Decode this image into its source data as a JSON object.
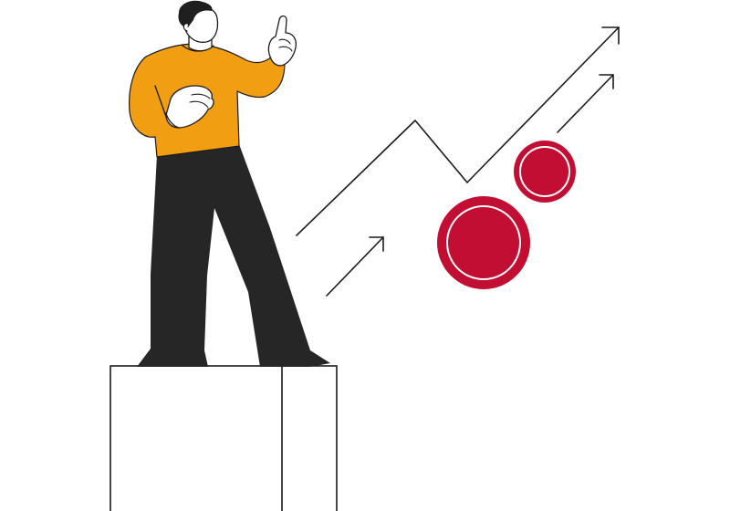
{
  "illustration": {
    "subject": "person-on-pedestal",
    "elements": [
      "person",
      "pedestal",
      "growth-arrows",
      "coins"
    ]
  },
  "colors": {
    "background": "#ffffff",
    "sweater": "#F29E13",
    "pants": "#262626",
    "skin": "#ffffff",
    "outline": "#1a1a1a",
    "coin": "#C20E32",
    "coin_ring": "#ffffff",
    "hair": "#1f1f1f"
  }
}
